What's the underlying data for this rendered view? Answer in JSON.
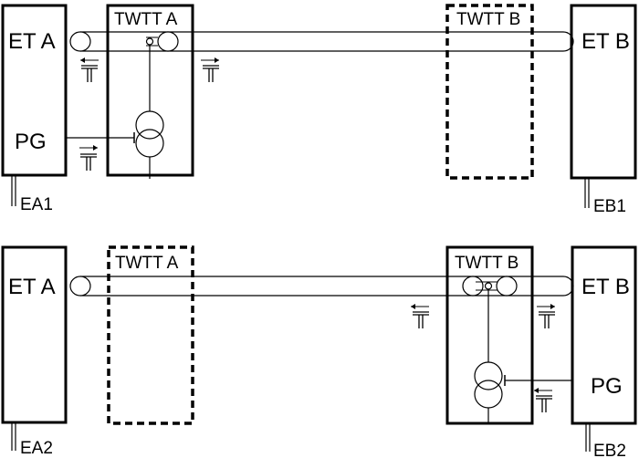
{
  "colors": {
    "ink": "#000000",
    "paper": "#ffffff"
  },
  "top": {
    "et_a": "ET A",
    "pg": "PG",
    "twtt_a": "TWTT A",
    "twtt_b": "TWTT B",
    "et_b": "ET B",
    "ground_left": "EA1",
    "ground_right": "EB1"
  },
  "bottom": {
    "et_a": "ET A",
    "twtt_a": "TWTT A",
    "twtt_b": "TWTT B",
    "et_b": "ET B",
    "pg": "PG",
    "ground_left": "EA2",
    "ground_right": "EB2"
  }
}
